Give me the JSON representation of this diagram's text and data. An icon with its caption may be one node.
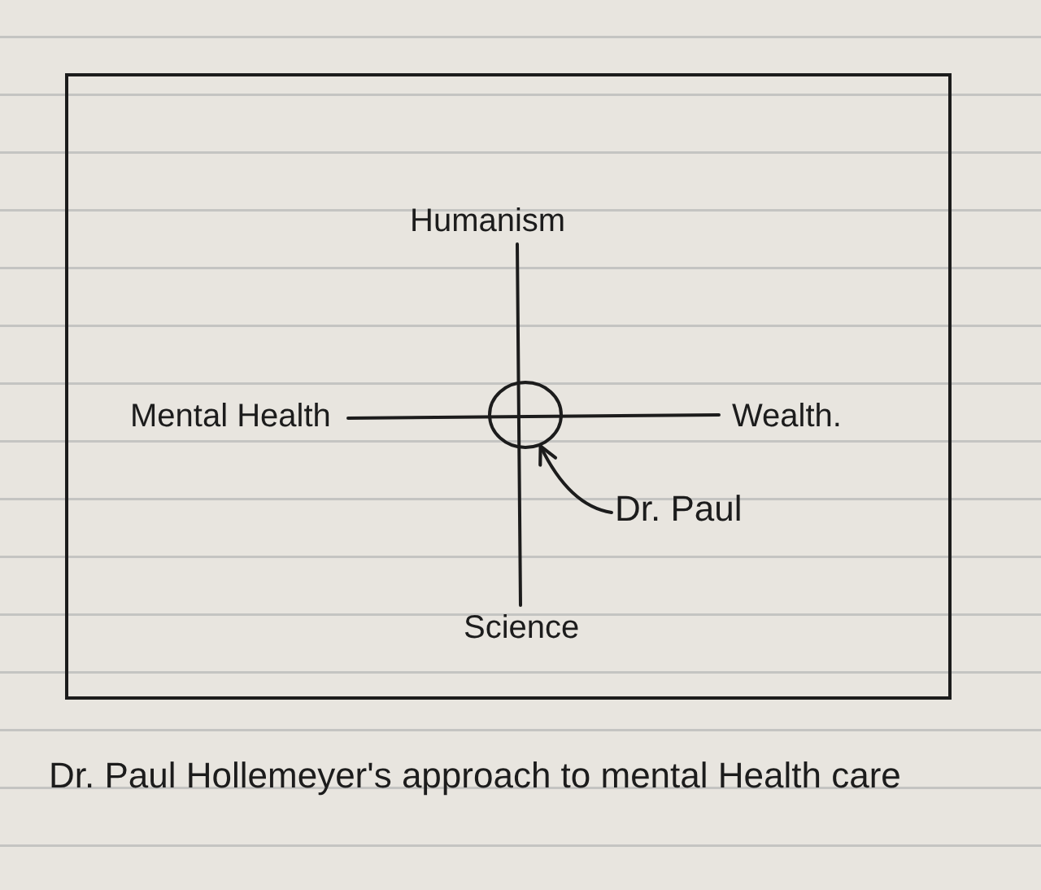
{
  "diagram": {
    "caption": "Dr. Paul Hollemeyer's approach to mental Health care",
    "nodes": [
      {
        "text": [],
        "shape": "box"
      },
      {
        "text": [],
        "shape": "circle",
        "in": 0
      },
      {
        "text": [
          "Dr. Paul"
        ],
        "in": 0
      }
    ],
    "edges": [
      {
        "from": 2,
        "to": 1,
        "arrow": "to"
      }
    ],
    "labels": [
      "Humanism",
      "Mental Health",
      "Wealth.",
      "Science"
    ]
  }
}
